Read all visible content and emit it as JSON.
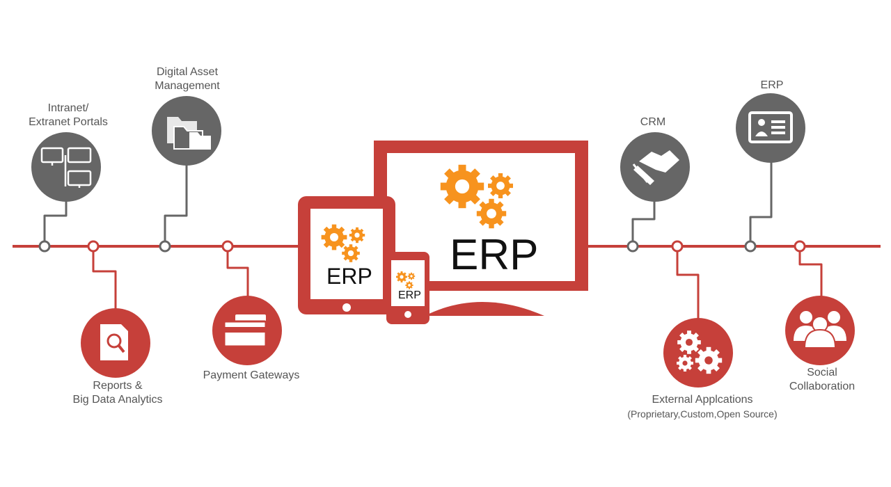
{
  "colors": {
    "accent": "#c6403a",
    "gray": "#666666",
    "gear": "#f7931e",
    "text": "#555555"
  },
  "nodes": {
    "intranet": {
      "line1": "Intranet/",
      "line2": "Extranet Portals",
      "icon": "monitors-icon"
    },
    "dam": {
      "line1": "Digital Asset",
      "line2": "Management",
      "icon": "folders-icon"
    },
    "reports": {
      "line1": "Reports &",
      "line2": "Big Data Analytics",
      "icon": "document-search-icon"
    },
    "payment": {
      "line1": "Payment Gateways",
      "icon": "cards-icon"
    },
    "crm": {
      "line1": "CRM",
      "icon": "handshake-icon"
    },
    "erp": {
      "line1": "ERP",
      "icon": "id-card-icon"
    },
    "external": {
      "line1": "External Applcations",
      "line2": "(Proprietary,Custom,Open Source)",
      "icon": "gears-icon"
    },
    "social": {
      "line1": "Social",
      "line2": "Collaboration",
      "icon": "people-icon"
    }
  },
  "devices": {
    "monitor_label": "ERP",
    "tablet_label": "ERP",
    "phone_label": "ERP"
  }
}
